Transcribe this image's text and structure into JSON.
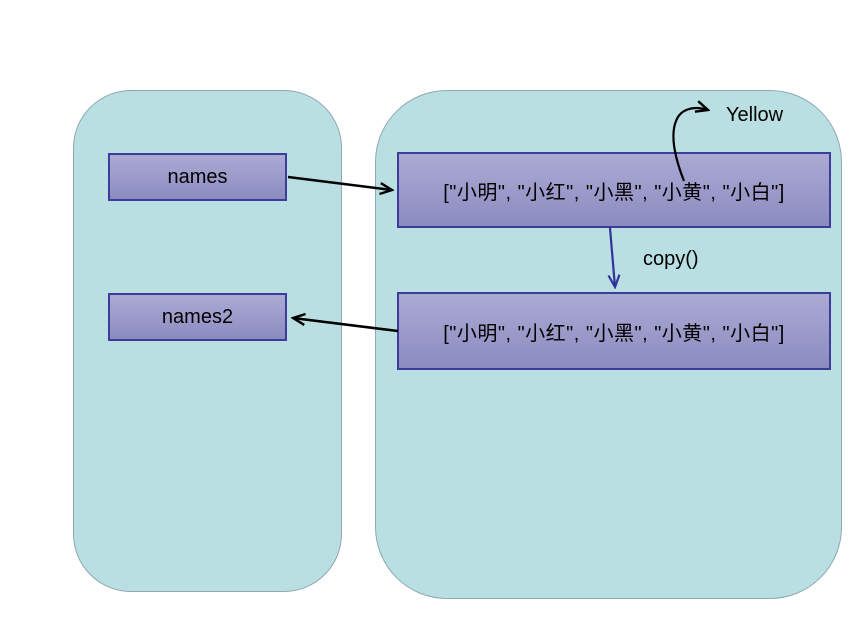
{
  "diagram": {
    "title": "python list copy reference diagram",
    "left_container": {
      "nodes": [
        {
          "id": "names",
          "label": "names"
        },
        {
          "id": "names2",
          "label": "names2"
        }
      ]
    },
    "right_container": {
      "nodes": [
        {
          "id": "list1",
          "label": "[\"小明\", \"小红\", \"小黑\", \"小黄\", \"小白\"]"
        },
        {
          "id": "list2",
          "label": "[\"小明\", \"小红\", \"小黑\", \"小黄\", \"小白\"]"
        }
      ]
    },
    "annotations": [
      {
        "id": "yellow-label",
        "label": "Yellow",
        "points_to": "小黄 element of list1"
      },
      {
        "id": "copy-label",
        "label": "copy()",
        "describes": "arrow from list1 to list2"
      }
    ],
    "edges": [
      {
        "from": "names",
        "to": "list1",
        "style": "straight",
        "color": "#000000"
      },
      {
        "from": "list2",
        "to": "names2",
        "style": "straight",
        "color": "#000000"
      },
      {
        "from": "list1",
        "to": "list2",
        "style": "straight",
        "label": "copy()",
        "color": "#32329b"
      },
      {
        "from": "小黄 in list1",
        "to": "yellow-label",
        "style": "curved",
        "color": "#000000"
      }
    ],
    "colors": {
      "container_fill": "#b9dfe2",
      "container_border": "#8ea9b1",
      "node_fill_top": "#abaad4",
      "node_fill_bottom": "#8c8bc0",
      "node_border": "#3d3c9a",
      "black_arrow": "#000000",
      "copy_arrow": "#32329b",
      "text": "#000000",
      "background": "#ffffff"
    }
  }
}
